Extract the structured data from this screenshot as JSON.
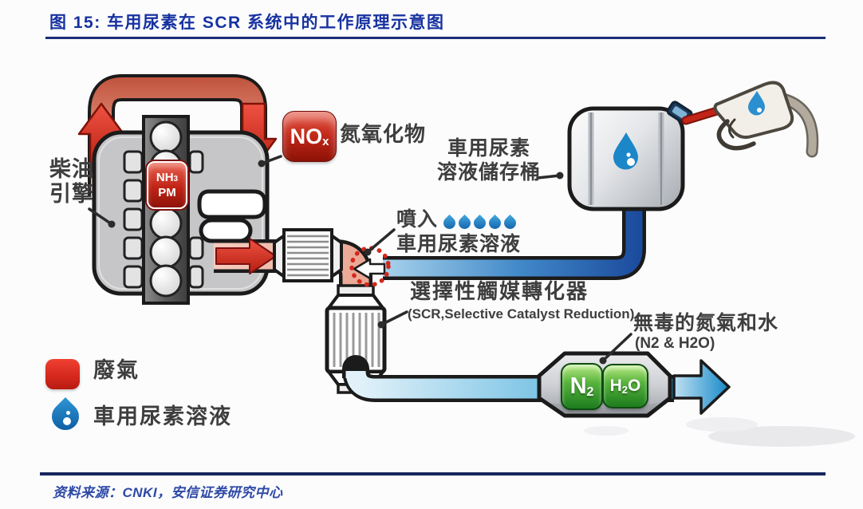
{
  "header": {
    "title": "图 15:  车用尿素在 SCR 系统中的工作原理示意图"
  },
  "diagram": {
    "engine_label": {
      "line1": "柴油",
      "line2": "引擎"
    },
    "nox_badge": {
      "text": "NO",
      "sub": "x"
    },
    "nox_label": "氮氧化物",
    "engine_badge": {
      "line1": "NH",
      "line1_sub": "3",
      "line2": "PM"
    },
    "tank_label": {
      "line1": "車用尿素",
      "line2": "溶液儲存桶"
    },
    "inject": {
      "prefix": "噴入",
      "droplet_count": 5,
      "line2": "車用尿素溶液"
    },
    "scr": {
      "label": "選擇性觸媒轉化器",
      "sublabel": "(SCR,Selective Catalyst Reduction)"
    },
    "clean": {
      "label": "無毒的氮氣和水",
      "sublabel": "(N2 & H2O)"
    },
    "n2_badge": {
      "text": "N",
      "sub": "2"
    },
    "h2o_badge": {
      "part1": "H",
      "sub": "2",
      "part2": "O"
    },
    "legend": {
      "exhaust": {
        "icon": "exhaust-red-swatch",
        "label": "廢氣"
      },
      "urea": {
        "icon": "urea-blue-droplet",
        "label": "車用尿素溶液"
      }
    }
  },
  "footer": {
    "source": "资料来源：CNKI，安信证券研究中心"
  },
  "colors": {
    "title_navy": "#1732a0",
    "rule_navy": "#1b2d78",
    "exhaust_red": "#d4271c",
    "urea_blue": "#1b7fc4",
    "clean_green": "#2e8b2e",
    "label_gray": "#3e3e3e"
  }
}
